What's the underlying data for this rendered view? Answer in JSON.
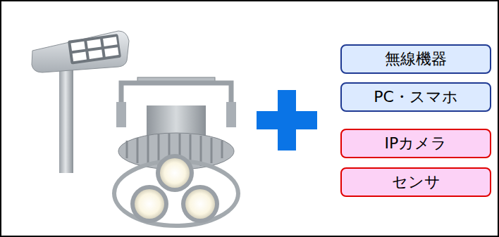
{
  "diagram": {
    "nodes": [
      {
        "text": [
          "無線機器"
        ]
      },
      {
        "text": [
          "PC・スマホ"
        ]
      },
      {
        "text": [
          "IPカメラ"
        ]
      },
      {
        "text": [
          "センサ"
        ]
      }
    ]
  }
}
